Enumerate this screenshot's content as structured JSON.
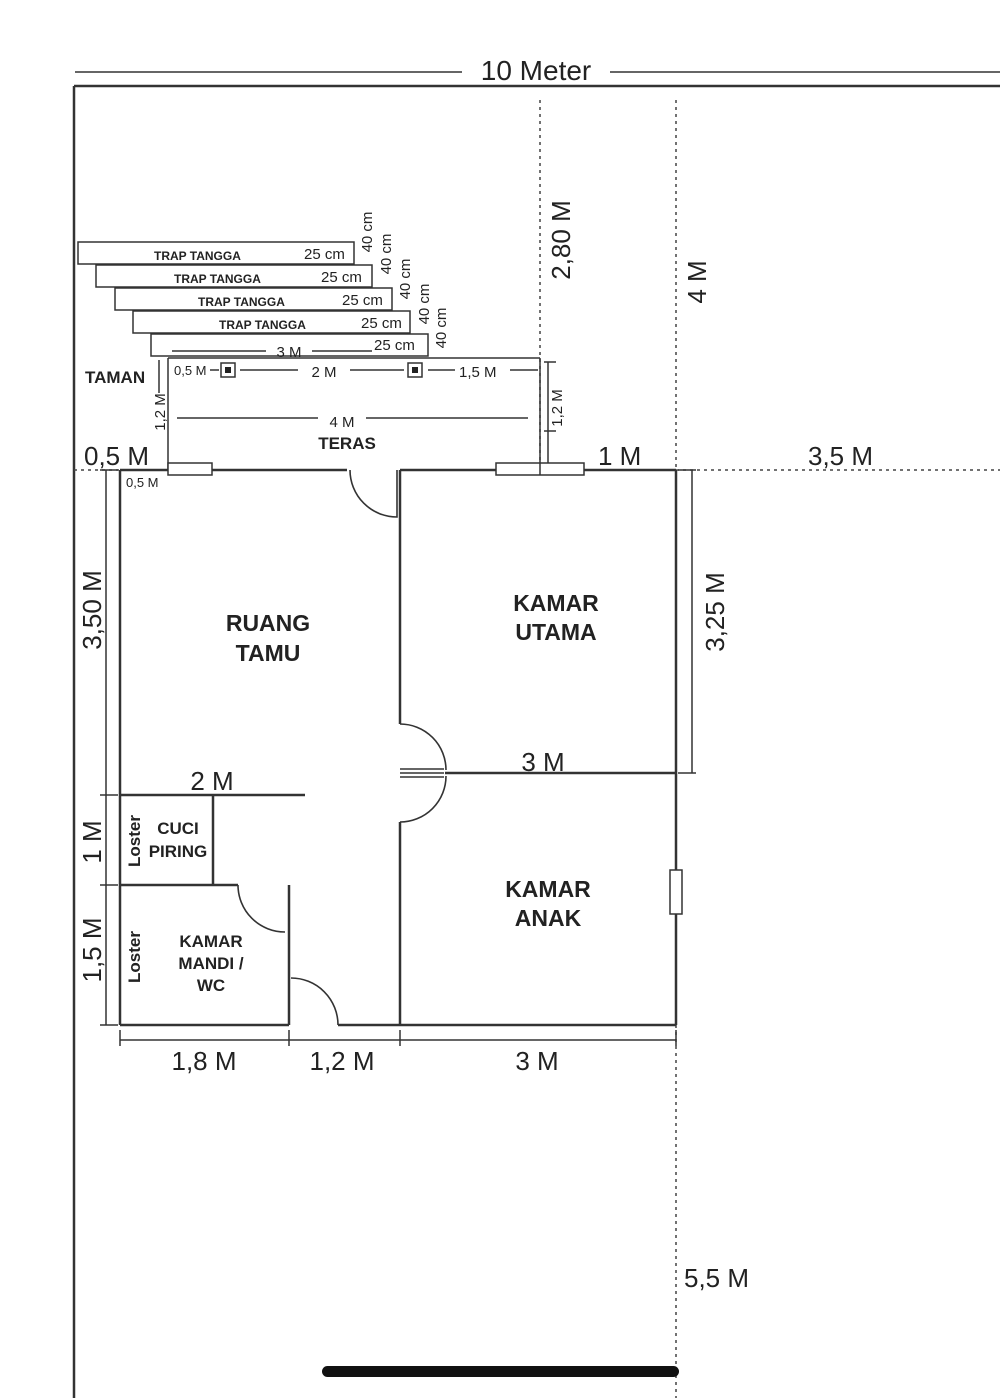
{
  "title": "10 Meter",
  "rooms": {
    "ruang_tamu": [
      "RUANG",
      "TAMU"
    ],
    "kamar_utama": [
      "KAMAR",
      "UTAMA"
    ],
    "kamar_anak": [
      "KAMAR",
      "ANAK"
    ],
    "cuci_piring": [
      "CUCI",
      "PIRING"
    ],
    "kamar_mandi": [
      "KAMAR",
      "MANDI /",
      "WC"
    ],
    "teras": "TERAS",
    "taman": "TAMAN",
    "loster": "Loster"
  },
  "stairs": {
    "label": "TRAP TANGGA",
    "tread": "25 cm",
    "riser": "40 cm"
  },
  "dimensions": {
    "h_4m_right": "4 M",
    "v_280": "2,80 M",
    "stair_3m": "3 M",
    "d_05m_a": "0,5 M",
    "d_2m_teras": "2 M",
    "d_15m": "1,5 M",
    "d_12m_left": "1,2 M",
    "d_12m_right": "1,2 M",
    "d_4m_teras": "4 M",
    "d_05m_left": "0,5 M",
    "d_05m_corner": "0,5 M",
    "d_1m": "1 M",
    "d_35m": "3,5 M",
    "d_350m": "3,50 M",
    "d_325m": "3,25 M",
    "d_2m_kitchen": "2 M",
    "d_3m_mid": "3 M",
    "d_1m_left": "1 M",
    "d_15m_left": "1,5 M",
    "d_18m_bottom": "1,8 M",
    "d_12m_bottom": "1,2 M",
    "d_3m_bottom": "3 M",
    "d_55m": "5,5 M"
  }
}
